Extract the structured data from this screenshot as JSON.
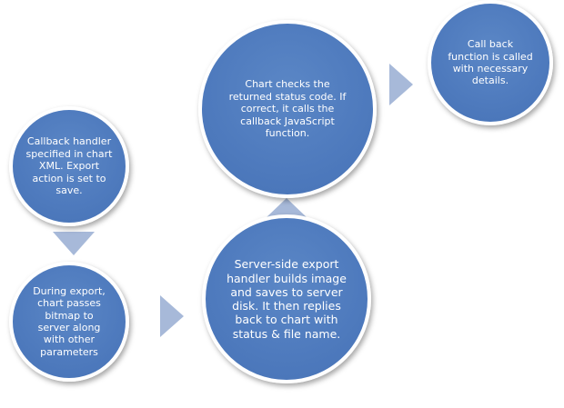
{
  "diagram": {
    "nodes": [
      {
        "id": "n1",
        "text": "Callback handler\nspecified in chart\nXML. Export\naction is set to\nsave."
      },
      {
        "id": "n2",
        "text": "During export,\nchart passes\nbitmap to\nserver along\nwith other\nparameters"
      },
      {
        "id": "n3",
        "text": "Server-side export\nhandler builds image\nand saves to server\ndisk. It then replies\nback to chart with\nstatus & file name."
      },
      {
        "id": "n4",
        "text": "Chart checks the\nreturned status code. If\ncorrect, it calls the\ncallback JavaScript\nfunction."
      },
      {
        "id": "n5",
        "text": "Call back\nfunction is called\nwith necessary\ndetails."
      }
    ],
    "arrows": [
      {
        "from": "n1",
        "to": "n2",
        "direction": "down"
      },
      {
        "from": "n2",
        "to": "n3",
        "direction": "right"
      },
      {
        "from": "n3",
        "to": "n4",
        "direction": "up"
      },
      {
        "from": "n4",
        "to": "n5",
        "direction": "right"
      }
    ],
    "colors": {
      "node_fill": "#4f7bbe",
      "node_border": "#ffffff",
      "arrow_fill": "#a7b9d9",
      "text": "#ffffff"
    }
  }
}
